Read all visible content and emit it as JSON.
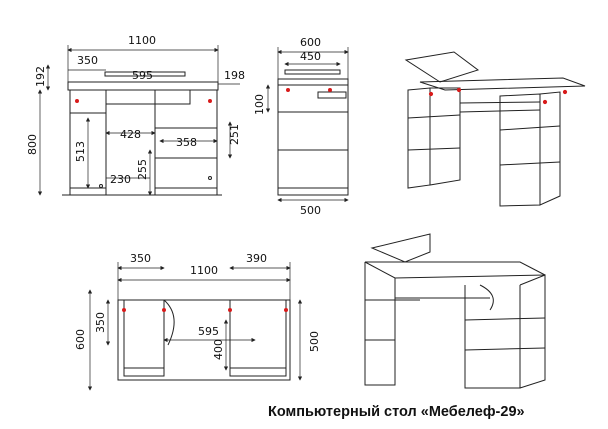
{
  "caption": "Компьютерный стол «Мебелеф-29»",
  "front_view": {
    "overall_width": "1100",
    "shelf_width": "350",
    "drawer_span": "595",
    "shelf_height": "192",
    "right_top": "198",
    "height": "800",
    "left_inner_height": "513",
    "mid_inner_width": "428",
    "right_inner_width": "358",
    "right_side_height": "251",
    "mid_height": "255",
    "bottom_offset": "230"
  },
  "side_view": {
    "depth": "600",
    "inner_depth": "450",
    "top_height": "100",
    "bottom_depth": "500"
  },
  "top_view": {
    "left_width": "350",
    "overall_width": "1100",
    "right_width": "390",
    "total_depth": "600",
    "left_depth": "350",
    "mid_span": "595",
    "mid_depth": "400",
    "right_depth": "500"
  },
  "colors": {
    "line": "#222222",
    "accent": "#d81b1b"
  }
}
